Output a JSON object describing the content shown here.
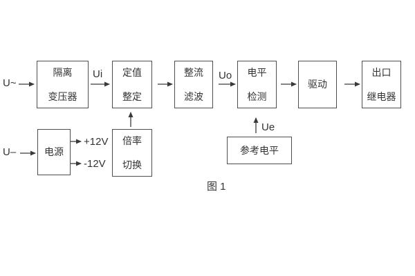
{
  "caption": "图 1",
  "labels": {
    "input_ac": "U~",
    "input_dc": "U–",
    "ui": "Ui",
    "uo": "Uo",
    "ue": "Ue",
    "plus12": "+12V",
    "minus12": "-12V"
  },
  "blocks": {
    "transformer": {
      "line1": "隔离",
      "line2": "变压器"
    },
    "setting": {
      "line1": "定值",
      "line2": "整定"
    },
    "rectifier": {
      "line1": "整流",
      "line2": "滤波"
    },
    "level": {
      "line1": "电平",
      "line2": "检测"
    },
    "drive": {
      "label": "驱动"
    },
    "relay": {
      "line1": "出口",
      "line2": "继电器"
    },
    "power": {
      "label": "电源"
    },
    "ratio": {
      "line1": "倍率",
      "line2": "切换"
    },
    "reference": {
      "label": "参考电平"
    }
  },
  "colors": {
    "line": "#4d4d4d",
    "text": "#333333",
    "background": "#ffffff"
  }
}
